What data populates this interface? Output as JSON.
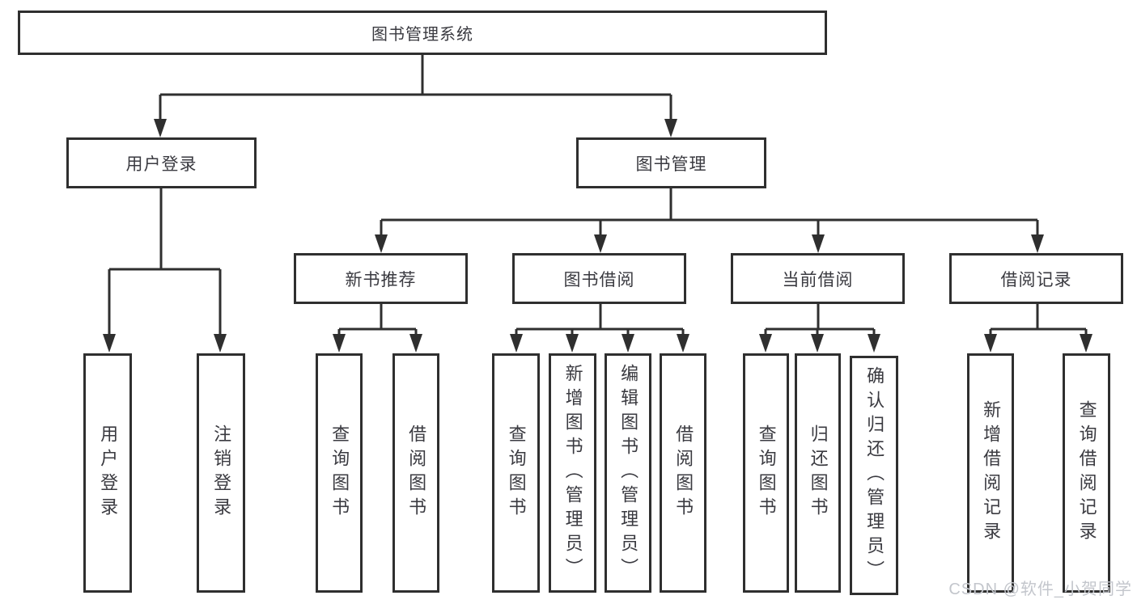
{
  "tree": {
    "root": {
      "label": "图书管理系统"
    },
    "level1": [
      {
        "id": "user-login",
        "label": "用户登录"
      },
      {
        "id": "book-management",
        "label": "图书管理"
      }
    ],
    "level2": [
      {
        "parent": "图书管理",
        "label": "新书推荐"
      },
      {
        "parent": "图书管理",
        "label": "图书借阅"
      },
      {
        "parent": "图书管理",
        "label": "当前借阅"
      },
      {
        "parent": "图书管理",
        "label": "借阅记录"
      }
    ],
    "leaves": [
      {
        "parent": "用户登录",
        "label": "用户登录"
      },
      {
        "parent": "用户登录",
        "label": "注销登录"
      },
      {
        "parent": "新书推荐",
        "label": "查询图书"
      },
      {
        "parent": "新书推荐",
        "label": "借阅图书"
      },
      {
        "parent": "图书借阅",
        "label": "查询图书"
      },
      {
        "parent": "图书借阅",
        "label": "新增图书（管理员）"
      },
      {
        "parent": "图书借阅",
        "label": "编辑图书（管理员）"
      },
      {
        "parent": "图书借阅",
        "label": "借阅图书"
      },
      {
        "parent": "当前借阅",
        "label": "查询图书"
      },
      {
        "parent": "当前借阅",
        "label": "归还图书"
      },
      {
        "parent": "当前借阅",
        "label": "确认归还（管理员）"
      },
      {
        "parent": "借阅记录",
        "label": "新增借阅记录"
      },
      {
        "parent": "借阅记录",
        "label": "查询借阅记录"
      }
    ]
  },
  "watermark": {
    "text": "CSDN @软件_小贺同学"
  },
  "colors": {
    "line": "#2f2f2f",
    "box_bg": "#ffffff",
    "text": "#3a3a40",
    "watermark": "#c3c6cc"
  }
}
